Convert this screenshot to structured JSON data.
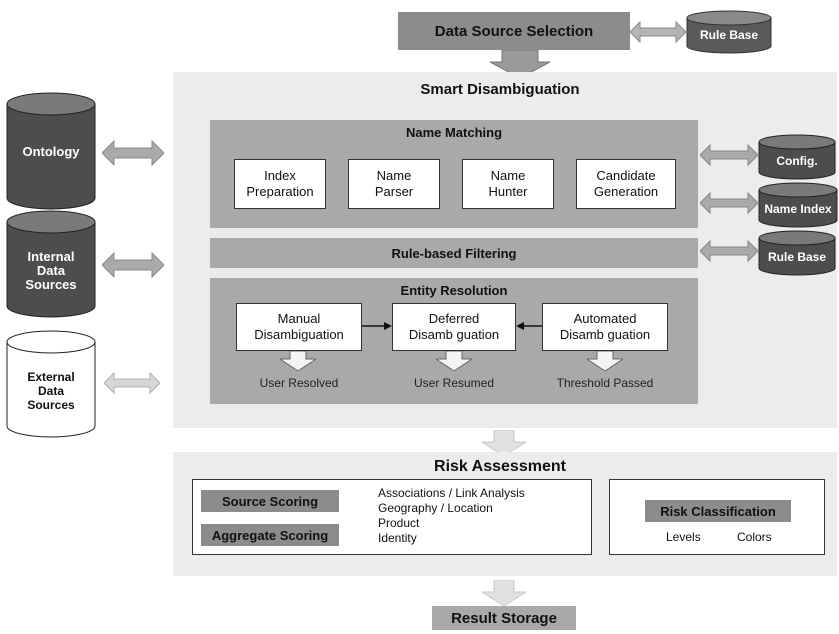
{
  "top": {
    "source_selection": "Data Source Selection",
    "rule_base_top": "Rule Base"
  },
  "smart": {
    "title": "Smart Disambiguation",
    "name_matching": {
      "title": "Name Matching",
      "boxes": [
        {
          "line1": "Index",
          "line2": "Preparation"
        },
        {
          "line1": "Name",
          "line2": "Parser"
        },
        {
          "line1": "Name",
          "line2": "Hunter"
        },
        {
          "line1": "Candidate",
          "line2": "Generation"
        }
      ]
    },
    "rule_filtering": "Rule-based Filtering",
    "entity_resolution": {
      "title": "Entity Resolution",
      "boxes": [
        {
          "line1": "Manual",
          "line2": "Disambiguation",
          "outcome": "User Resolved"
        },
        {
          "line1": "Deferred",
          "line2": "Disamb guation",
          "outcome": "User Resumed"
        },
        {
          "line1": "Automated",
          "line2": "Disamb guation",
          "outcome": "Threshold Passed"
        }
      ]
    }
  },
  "left_sources": {
    "ontology": "Ontology",
    "internal": {
      "line1": "Internal",
      "line2": "Data",
      "line3": "Sources"
    },
    "external": {
      "line1": "External",
      "line2": "Data",
      "line3": "Sources"
    }
  },
  "right_stores": {
    "config": "Config.",
    "name_index": "Name Index",
    "rule_base": "Rule Base"
  },
  "risk": {
    "title": "Risk Assessment",
    "source_scoring": "Source Scoring",
    "aggregate_scoring": "Aggregate Scoring",
    "factors": [
      "Associations / Link Analysis",
      "Geography / Location",
      "Product",
      "Identity"
    ],
    "classification": {
      "title": "Risk Classification",
      "levels": "Levels",
      "colors": "Colors"
    }
  },
  "result_storage": "Result Storage"
}
